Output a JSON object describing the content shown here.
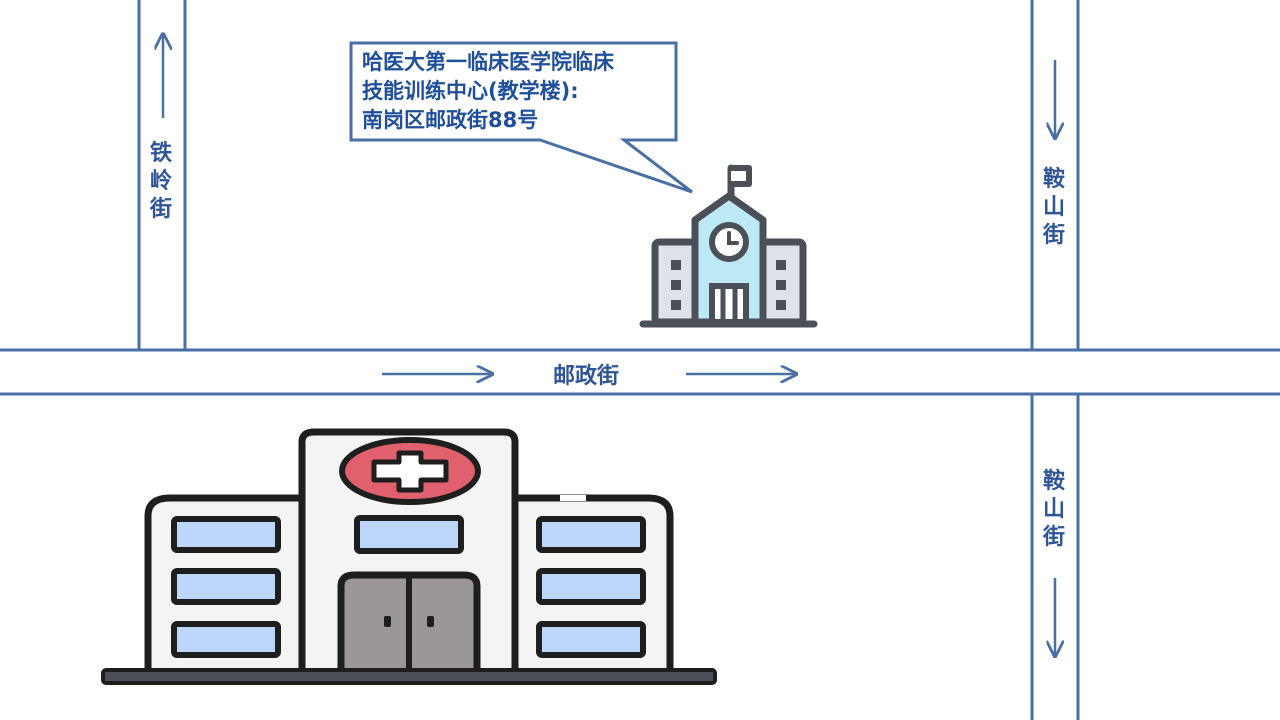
{
  "streets": {
    "tieling": "铁\n岭\n街",
    "anshan_upper": "鞍\n山\n街",
    "anshan_lower": "鞍\n山\n街",
    "youzheng": "邮政街"
  },
  "callout": {
    "lines": [
      "哈医大第一临床医学院临床",
      "技能训练中心(教学楼):",
      "南岗区邮政街88号"
    ]
  },
  "colors": {
    "road": "#4a6fa5",
    "label": "#2f5597",
    "callout_text": "#1f4e9a",
    "outline": "#4b4f58",
    "hospital_window": "#bcd7fb",
    "hospital_cross": "#e0606e",
    "school_blue": "#bde8f5"
  },
  "icons": {
    "school": "school-building-icon",
    "hospital": "hospital-building-icon",
    "arrows": "direction-arrow-icon"
  }
}
